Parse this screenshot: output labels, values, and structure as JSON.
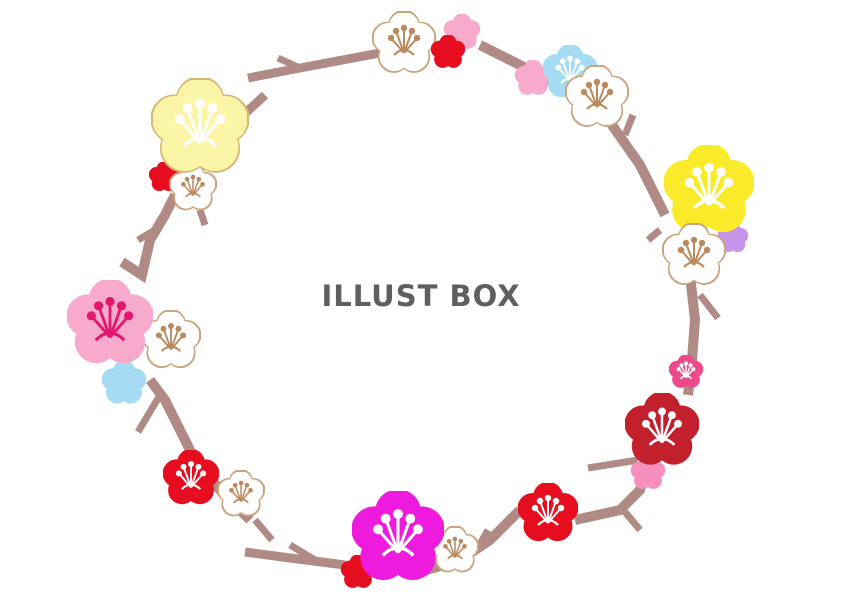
{
  "watermark": {
    "text": "ILLUST BOX"
  },
  "colors": {
    "branch": "#b08a84",
    "stamen_light": "#ffffff",
    "stamen_dark": "#b98a5e",
    "white_blossom_fill": "#ffffff",
    "white_blossom_outline": "#caa57e"
  },
  "blossoms": [
    {
      "name": "white",
      "fill": "#ffffff"
    },
    {
      "name": "pink",
      "fill": "#f7aacb"
    },
    {
      "name": "red",
      "fill": "#e60e1e"
    },
    {
      "name": "light-blue",
      "fill": "#a6dcf3"
    },
    {
      "name": "pale-yellow",
      "fill": "#fbf5a8"
    },
    {
      "name": "yellow",
      "fill": "#faeb2a"
    },
    {
      "name": "lavender",
      "fill": "#c794ea"
    },
    {
      "name": "hot-pink",
      "fill": "#ec4a8a"
    },
    {
      "name": "crimson",
      "fill": "#c3202e"
    },
    {
      "name": "magenta",
      "fill": "#ee1bde"
    },
    {
      "name": "light-pink",
      "fill": "#f68fbd"
    }
  ]
}
